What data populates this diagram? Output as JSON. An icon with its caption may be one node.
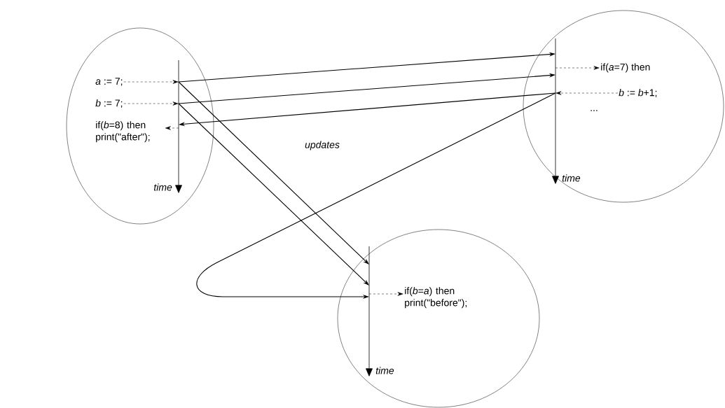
{
  "diagram": {
    "nodes": [
      {
        "text": [],
        "shape": "circle"
      },
      {
        "text": [
          "*a* := 7;"
        ],
        "in": 0
      },
      {
        "text": [
          "*b* := 7;"
        ],
        "in": 0
      },
      {
        "text": [
          "if(*b*=8) then print(\"after\");"
        ],
        "in": 0
      },
      {
        "text": [],
        "shape": "arrow",
        "beside": [
          "time"
        ],
        "in": 0
      },
      {
        "text": [],
        "shape": "circle"
      },
      {
        "text": [],
        "shape": "arrow",
        "beside": [
          "time"
        ],
        "in": 5
      },
      {
        "text": [
          "if(*a*=7) then"
        ],
        "in": 5
      },
      {
        "text": [
          "*b* := *b*+1;"
        ],
        "in": 5
      },
      {
        "text": [],
        "shape": "circle"
      },
      {
        "text": [],
        "shape": "arrow",
        "beside": [
          "time"
        ],
        "in": 9
      },
      {
        "text": [
          "if(*b*=*a*) then print(\"before\");"
        ],
        "in": 9
      }
    ],
    "edges": [
      {
        "from": 4,
        "to": 6,
        "arrow": "to"
      },
      {
        "from": 4,
        "to": 6,
        "arrow": "to"
      },
      {
        "from": 6,
        "to": 4,
        "arrow": "to"
      },
      {
        "from": 4,
        "to": 10,
        "arrow": "to"
      },
      {
        "from": 4,
        "to": 10,
        "arrow": "to"
      },
      {
        "from": 6,
        "to": 10,
        "arrow": "to"
      },
      {
        "from": 1,
        "to": 4,
        "arrow": "to",
        "style": "dashed"
      },
      {
        "from": 2,
        "to": 4,
        "arrow": "to",
        "style": "dashed"
      },
      {
        "from": 4,
        "to": 3,
        "arrow": "to",
        "style": "dashed"
      },
      {
        "from": 6,
        "to": 7,
        "arrow": "to",
        "style": "dashed"
      },
      {
        "from": 8,
        "to": 6,
        "arrow": "to",
        "style": "dashed"
      },
      {
        "from": 10,
        "to": 11,
        "arrow": "to",
        "style": "dashed"
      }
    ],
    "labels": [
      "updates",
      "..."
    ]
  }
}
